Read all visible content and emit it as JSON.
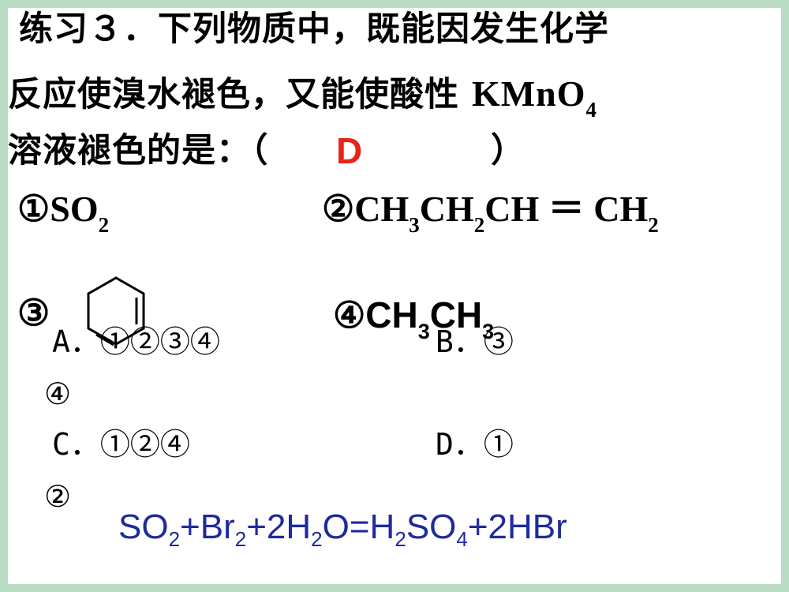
{
  "question": {
    "line1": "练习３．下列物质中，既能因发生化学",
    "line2": "反应使溴水褪色，又能使酸性 ",
    "kmno": "KMnO",
    "kmno_sub": "4",
    "line3": "溶液褪色的是：（",
    "line3_close": "）",
    "answer": "D"
  },
  "items": {
    "i1_prefix": "①SO",
    "i1_sub": "2",
    "i2_a": "②CH",
    "i2_s1": "3",
    "i2_b": "CH",
    "i2_s2": "2",
    "i2_c": "CH ＝ CH",
    "i2_s3": "2",
    "i3_prefix": "③",
    "i4_a": "④CH",
    "i4_s1": "3",
    "i4_b": "CH",
    "i4_s2": "3"
  },
  "options": {
    "a": "A．①②③④",
    "b": "B．③",
    "b_cont": "④",
    "c": "C．①②④",
    "d": "D．①",
    "d_cont": "②"
  },
  "equation": {
    "p1": "SO",
    "s1": "2",
    "p2": "+Br",
    "s2": "2",
    "p3": "+2H",
    "s3": "2",
    "p4": "O=H",
    "s4": "2",
    "p5": "SO",
    "s5": "4",
    "p6": "+2HBr"
  },
  "colors": {
    "background": "#b9dbc4",
    "answer": "#e8231b",
    "equation": "#1f2a9c"
  }
}
